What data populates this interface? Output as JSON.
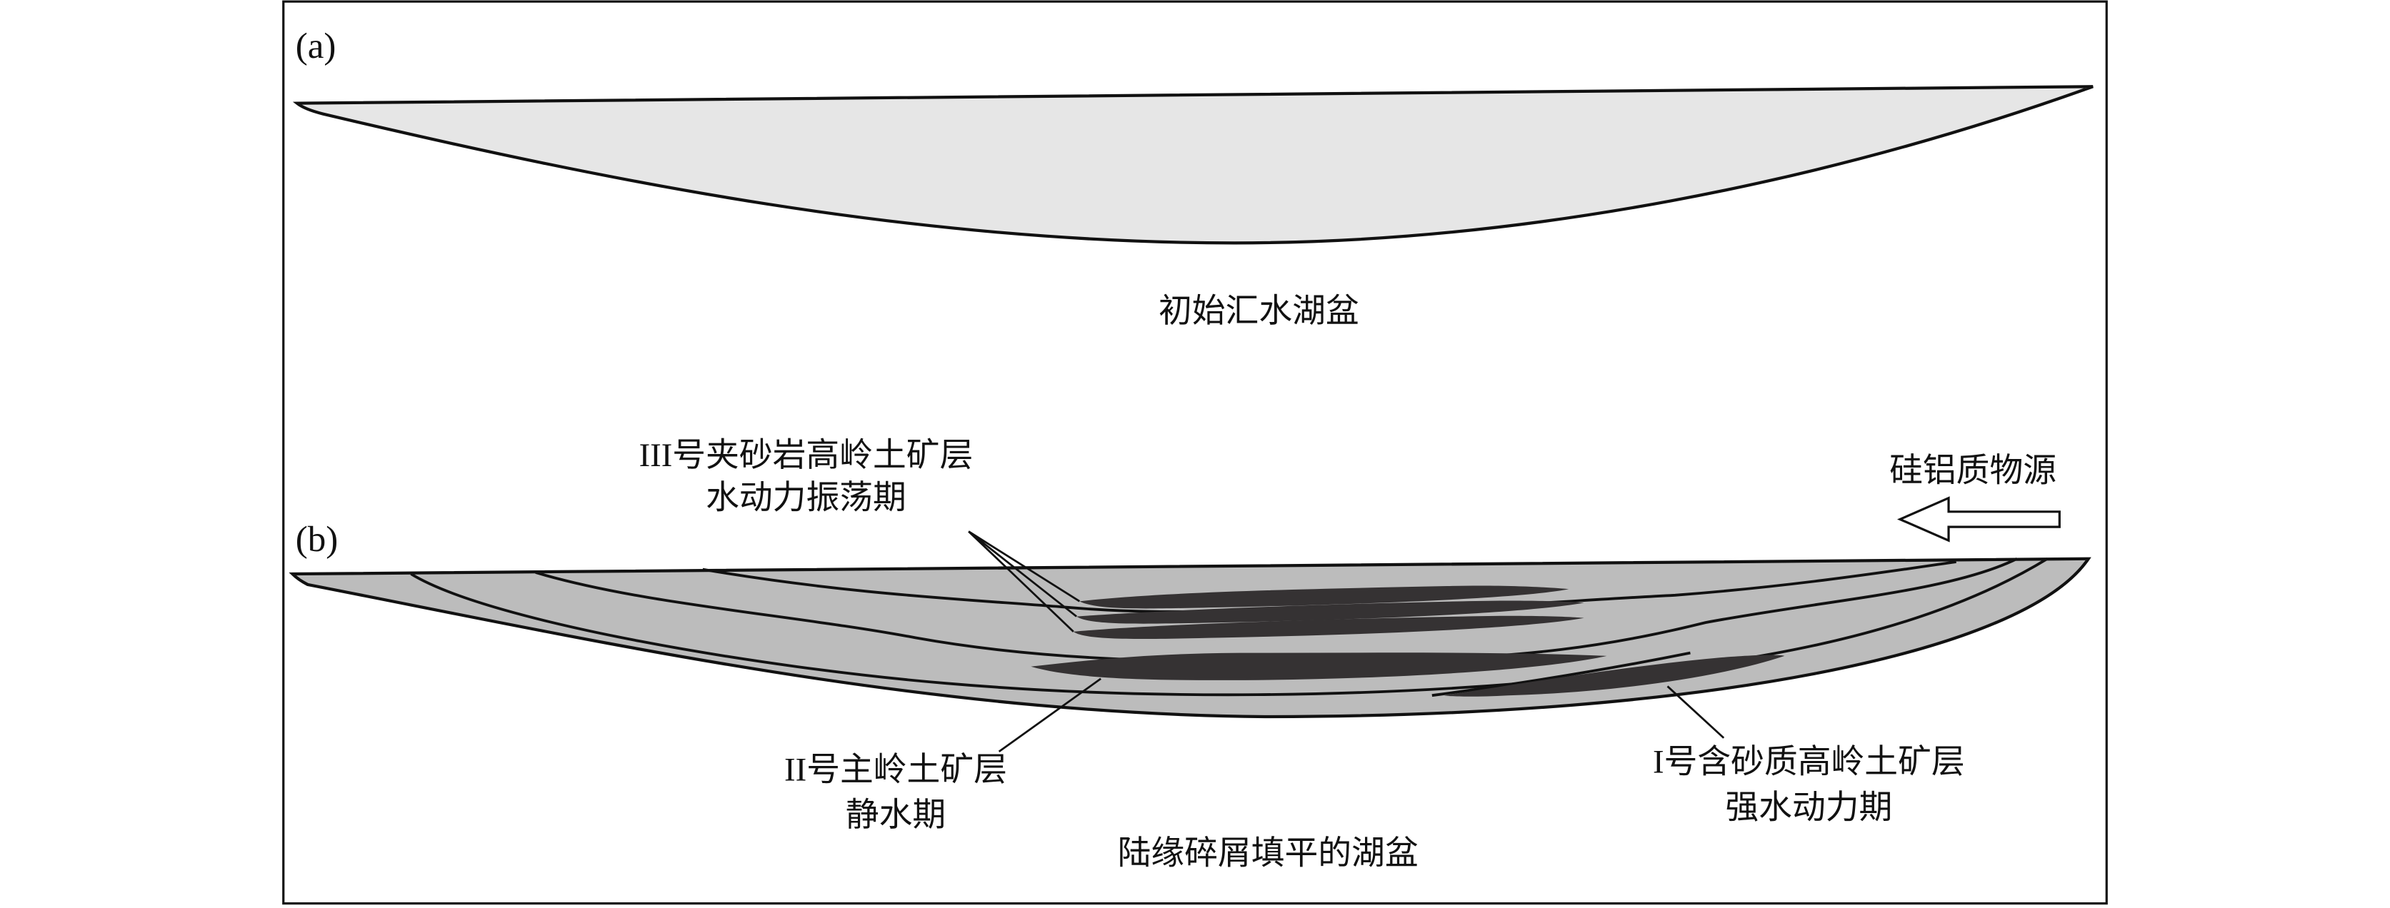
{
  "panel_a": {
    "label": "(a)",
    "caption": "初始汇水湖盆"
  },
  "panel_b": {
    "label": "(b)",
    "caption": "陆缘碎屑填平的湖盆",
    "source_label": "硅铝质物源",
    "layer_iii": {
      "line1": "III号夹砂岩高岭土矿层",
      "line2": "水动力振荡期"
    },
    "layer_ii": {
      "line1": "II号主岭土矿层",
      "line2": "静水期"
    },
    "layer_i": {
      "line1": "I号含砂质高岭土矿层",
      "line2": "强水动力期"
    }
  },
  "colors": {
    "basin_a_fill": "#e6e6e6",
    "basin_b_fill": "#bcbcbc",
    "ore_fill": "#353233",
    "stroke": "#111111"
  }
}
